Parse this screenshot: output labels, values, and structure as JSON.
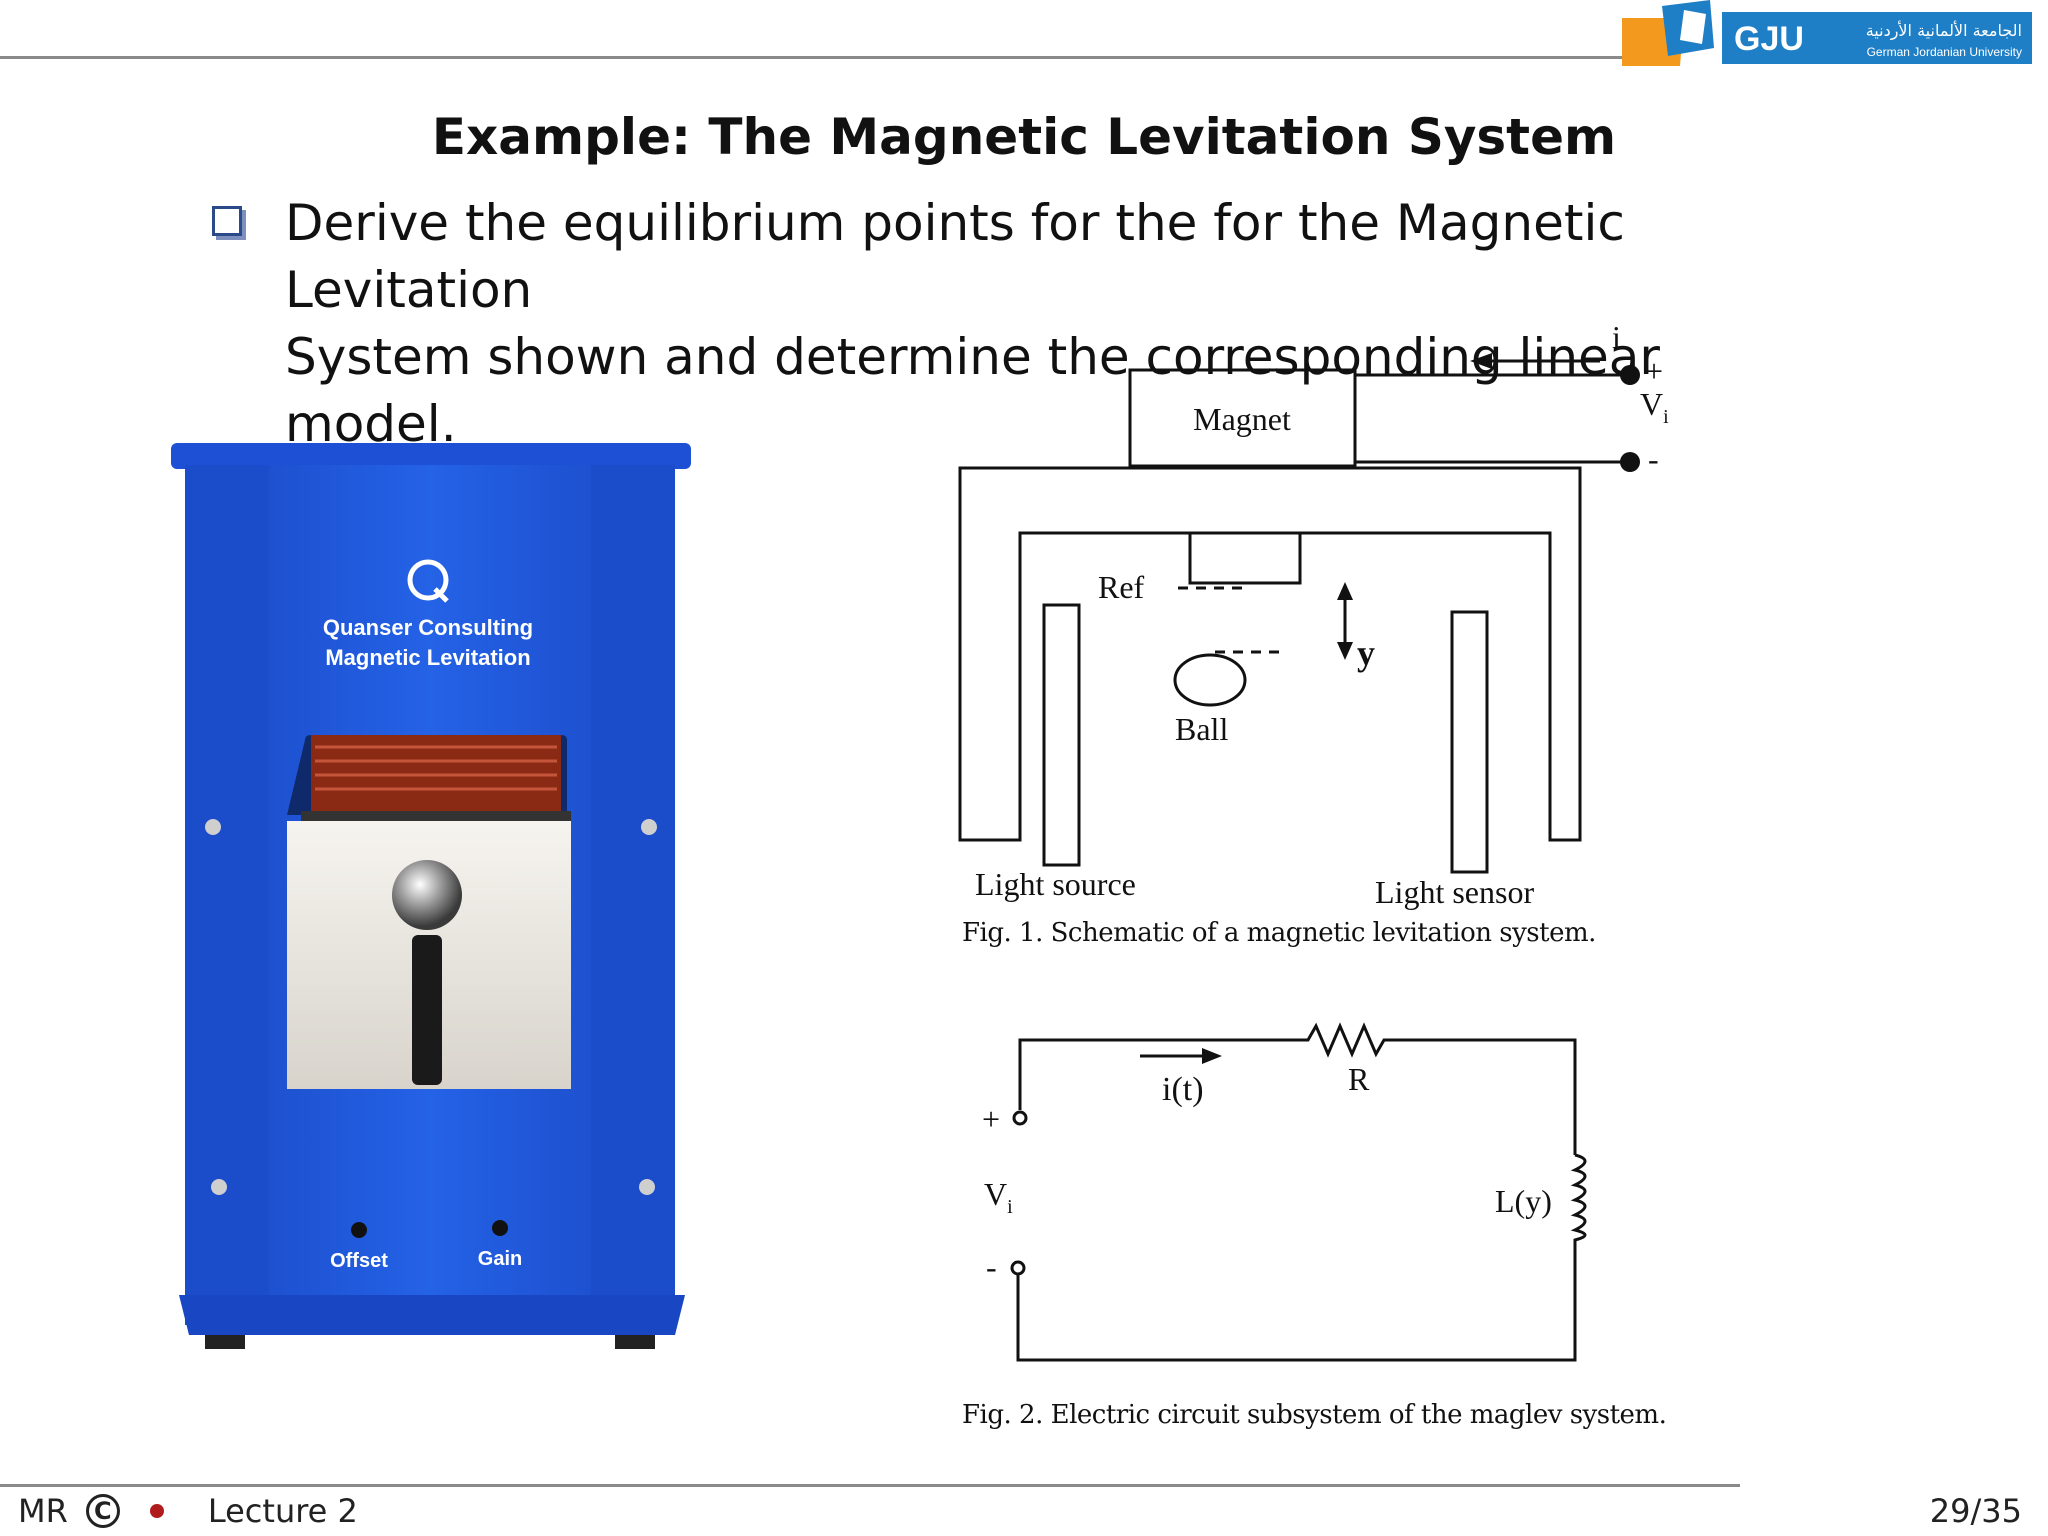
{
  "header": {
    "logo_abbrev": "GJU",
    "logo_arabic": "الجامعة الألمانية الأردنية",
    "logo_english": "German Jordanian University",
    "brand_orange": "#f39a1e",
    "brand_blue": "#1f7fc6"
  },
  "slide": {
    "title": "Example:  The Magnetic Levitation System",
    "bullet_line1": "Derive the equilibrium points for the for the Magnetic Levitation",
    "bullet_line2": "System shown and determine the corresponding linear model."
  },
  "photo": {
    "brand_line1": "Quanser Consulting",
    "brand_line2": "Magnetic Levitation",
    "knob_offset": "Offset",
    "knob_gain": "Gain",
    "body_color": "#1f56d6"
  },
  "schematic": {
    "current_label": "i",
    "plus": "+",
    "minus": "-",
    "voltage": "V",
    "voltage_sub": "i",
    "magnet": "Magnet",
    "ref": "Ref",
    "y": "y",
    "ball": "Ball",
    "light_source": "Light source",
    "light_sensor": "Light sensor",
    "caption": "Fig. 1.  Schematic of a magnetic levitation system."
  },
  "circuit": {
    "current": "i(t)",
    "resistor": "R",
    "plus": "+",
    "minus": "-",
    "voltage": "V",
    "voltage_sub": "i",
    "inductor": "L(y)",
    "caption": "Fig. 2.  Electric circuit subsystem of the maglev system."
  },
  "footer": {
    "author": "MR",
    "copyright_symbol": "C",
    "lecture": "Lecture 2",
    "page": "29/35"
  }
}
